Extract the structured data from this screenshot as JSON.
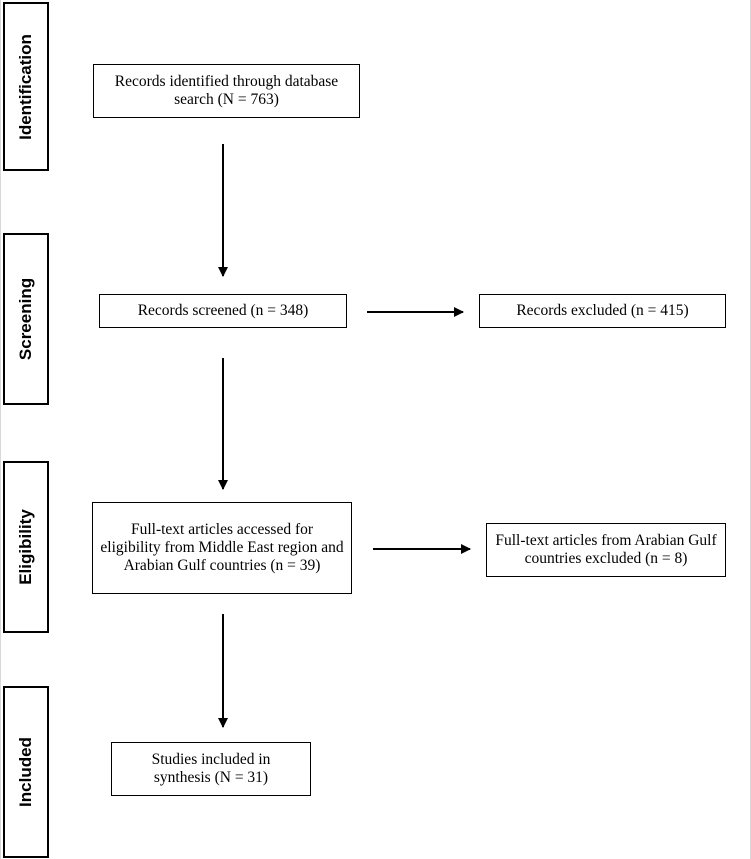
{
  "phases": {
    "identification": "Identification",
    "screening": "Screening",
    "eligibility": "Eligibility",
    "included": "Included"
  },
  "boxes": {
    "identified": "Records identified through database search (N = 763)",
    "screened": "Records screened (n = 348)",
    "excluded": "Records excluded (n = 415)",
    "fulltext": "Full-text articles accessed for eligibility from Middle East region and Arabian Gulf countries (n = 39)",
    "fulltext_excluded": "Full-text articles from Arabian Gulf countries excluded (n = 8)",
    "included": "Studies included in synthesis (N = 31)"
  }
}
